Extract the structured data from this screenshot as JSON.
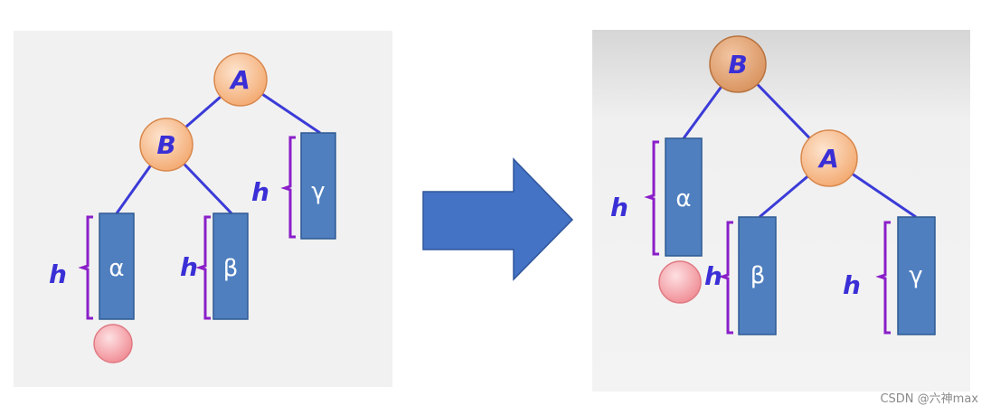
{
  "colors": {
    "panel_bg": "#f1f1f1",
    "edge": "#3b3bd8",
    "node_fill": "#f8c49a",
    "node_stroke": "#d9884c",
    "subtree_fill": "#4f7fbf",
    "subtree_stroke": "#2f5a93",
    "brace": "#8a1fc9",
    "label": "#3a2fd6",
    "arrow": "#4472c4",
    "new_node": "#f6b4b8"
  },
  "left_tree": {
    "root_label": "A",
    "child_label": "B",
    "subtrees": [
      "α",
      "β",
      "γ"
    ],
    "height_label": "h"
  },
  "right_tree": {
    "root_label": "B",
    "child_label": "A",
    "subtrees": [
      "α",
      "β",
      "γ"
    ],
    "height_label": "h"
  },
  "watermark": "CSDN @六神max"
}
